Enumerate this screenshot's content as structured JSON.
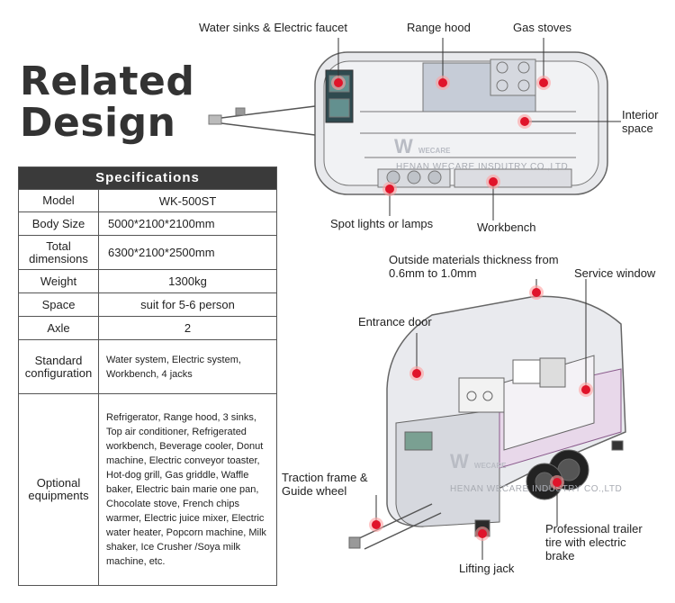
{
  "heading": {
    "line1": "Related",
    "line2": "Design"
  },
  "specs": {
    "title": "Specifications",
    "rows": [
      {
        "key": "Model",
        "value": "WK-500ST"
      },
      {
        "key": "Body Size",
        "value": "5000*2100*2100mm"
      },
      {
        "key": "Total dimensions",
        "value": "6300*2100*2500mm"
      },
      {
        "key": "Weight",
        "value": "1300kg"
      },
      {
        "key": "Space",
        "value": "suit for 5-6 person"
      },
      {
        "key": "Axle",
        "value": "2"
      },
      {
        "key": "Standard configuration",
        "value": "Water system, Electric system, Workbench, 4 jacks"
      },
      {
        "key": "Optional equipments",
        "value": "Refrigerator, Range hood, 3 sinks, Top air conditioner, Refrigerated workbench, Beverage cooler, Donut machine, Electric conveyor toaster, Hot-dog grill, Gas griddle, Waffle baker, Electric bain marie one pan, Chocolate stove, French chips warmer, Electric juice mixer, Electric water heater, Popcorn machine, Milk shaker, Ice Crusher /Soya milk machine, etc."
      }
    ]
  },
  "top_labels": {
    "sinks": "Water sinks & Electric faucet",
    "hood": "Range hood",
    "stoves": "Gas stoves",
    "interior": "Interior space",
    "lamps": "Spot lights or lamps",
    "workbench": "Workbench"
  },
  "bottom_labels": {
    "thickness": "Outside materials thickness from 0.6mm to 1.0mm",
    "service": "Service window",
    "door": "Entrance door",
    "traction": "Traction frame & Guide wheel",
    "tire": "Professional trailer tire with electric brake",
    "jack": "Lifting jack"
  },
  "watermark": {
    "logo": "WECARE",
    "text": "HENAN WECARE INSDUTRY CO.,LTD",
    "text2": "HENAN WECARE INDUSTRY CO.,LTD"
  },
  "accent_color": "#e0142a"
}
